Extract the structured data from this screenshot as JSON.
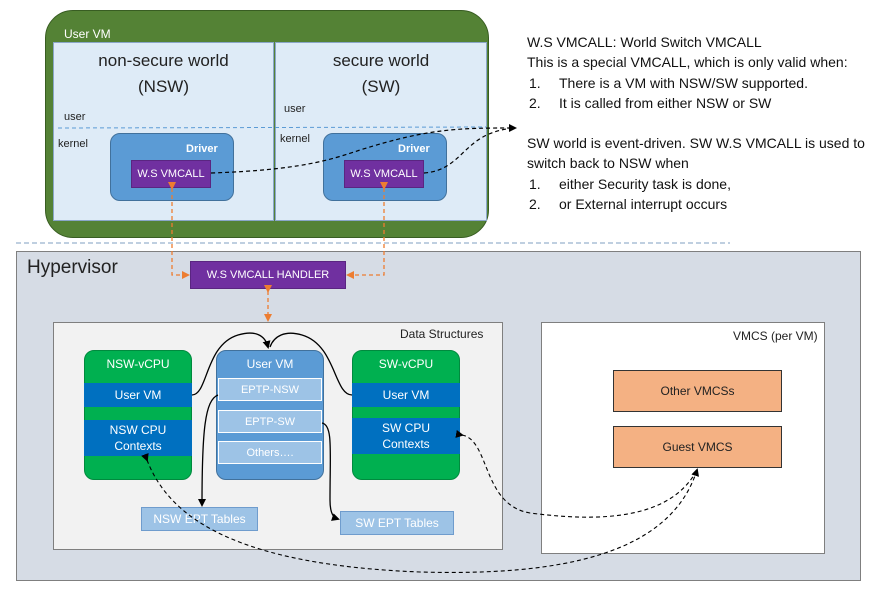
{
  "user_vm": {
    "title": "User VM",
    "nsw": {
      "title_line1": "non-secure world",
      "title_line2": "(NSW)",
      "user_label": "user",
      "kernel_label": "kernel",
      "driver_label": "Driver",
      "vmcall_label": "W.S VMCALL"
    },
    "sw": {
      "title_line1": "secure world",
      "title_line2": "(SW)",
      "user_label": "user",
      "kernel_label": "kernel",
      "driver_label": "Driver",
      "vmcall_label": "W.S VMCALL"
    }
  },
  "hypervisor": {
    "title": "Hypervisor",
    "handler_label": "W.S VMCALL HANDLER",
    "data_structures": {
      "title": "Data Structures",
      "nsw_vcpu": {
        "title": "NSW-vCPU",
        "user_vm": "User VM",
        "contexts_line1": "NSW CPU",
        "contexts_line2": "Contexts"
      },
      "user_vm": {
        "title": "User VM",
        "eptp_nsw": "EPTP-NSW",
        "eptp_sw": "EPTP-SW",
        "others": "Others…."
      },
      "sw_vcpu": {
        "title": "SW-vCPU",
        "user_vm": "User VM",
        "contexts_line1": "SW CPU",
        "contexts_line2": "Contexts"
      },
      "nsw_ept": "NSW EPT Tables",
      "sw_ept": "SW EPT Tables"
    },
    "vmcs": {
      "title": "VMCS (per VM)",
      "other": "Other VMCSs",
      "guest": "Guest VMCS"
    }
  },
  "notes": {
    "line1": "W.S VMCALL: World Switch VMCALL",
    "line2": "This is a special VMCALL, which is only valid when:",
    "list1": [
      {
        "num": "1.",
        "text": "There is a VM with NSW/SW supported."
      },
      {
        "num": "2.",
        "text": "It is called from either NSW or SW"
      }
    ],
    "line3": "SW world is event-driven. SW W.S VMCALL is used to",
    "line4": "switch back to NSW when",
    "list2": [
      {
        "num": "1.",
        "text": "either Security task is done,"
      },
      {
        "num": "2.",
        "text": "or External interrupt occurs"
      }
    ]
  },
  "colors": {
    "vm_green": "#548235",
    "world_blue": "#deebf7",
    "driver_blue": "#5b9bd5",
    "vmcall_purple": "#7030a0",
    "vcpu_green": "#00b050",
    "field_blue": "#0070c0",
    "orange": "#f4b183",
    "hypervisor_gray": "#d6dce5"
  }
}
